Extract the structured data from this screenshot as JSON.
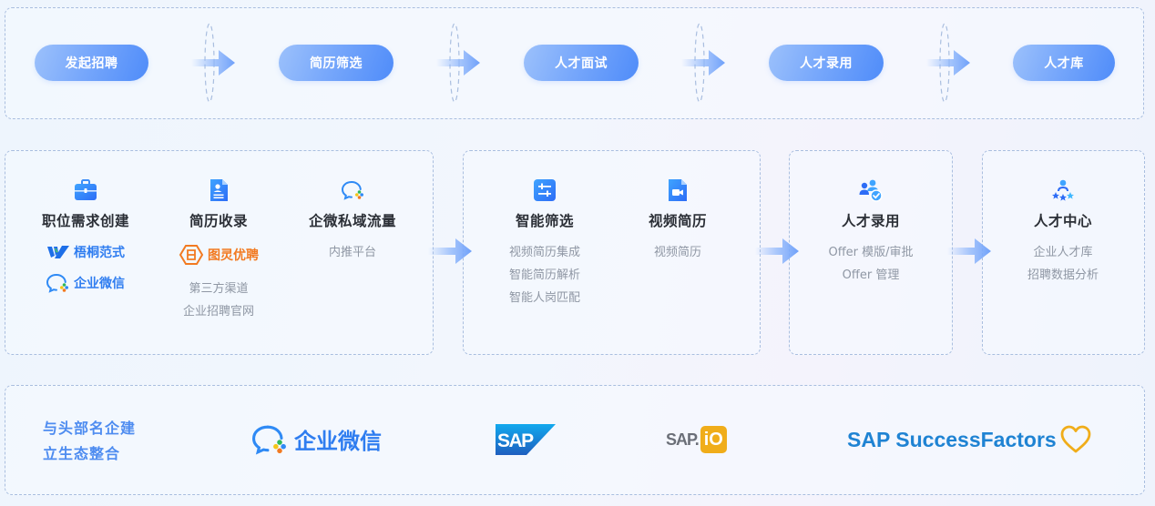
{
  "flow": {
    "steps": [
      {
        "label": "发起招聘"
      },
      {
        "label": "简历筛选"
      },
      {
        "label": "人才面试"
      },
      {
        "label": "人才录用"
      },
      {
        "label": "人才库"
      }
    ]
  },
  "modules": {
    "sourcing": {
      "columns": [
        {
          "icon": "briefcase-icon",
          "title": "职位需求创建",
          "brands": [
            {
              "icon": "wutong-logo-icon",
              "name": "梧桐范式",
              "color": "#2f7df0"
            },
            {
              "icon": "wecom-logo-icon",
              "name": "企业微信",
              "color": "#2f7df0"
            }
          ]
        },
        {
          "icon": "resume-document-icon",
          "title": "简历收录",
          "brands": [
            {
              "icon": "tuling-logo-icon",
              "name": "图灵优聘",
              "color": "#f27a21"
            }
          ],
          "items": [
            "第三方渠道",
            "企业招聘官网"
          ]
        },
        {
          "icon": "wecom-chat-icon",
          "title": "企微私域流量",
          "items": [
            "内推平台"
          ]
        }
      ]
    },
    "screening": {
      "columns": [
        {
          "icon": "sliders-filter-icon",
          "title": "智能筛选",
          "items": [
            "视频简历集成",
            "智能简历解析",
            "智能人岗匹配"
          ]
        },
        {
          "icon": "video-file-icon",
          "title": "视频简历",
          "items": [
            "视频简历"
          ]
        }
      ]
    },
    "hiring": {
      "icon": "users-check-icon",
      "title": "人才录用",
      "items": [
        "Offer 模版/审批",
        "Offer 管理"
      ]
    },
    "talent_center": {
      "icon": "person-stars-icon",
      "title": "人才中心",
      "items": [
        "企业人才库",
        "招聘数据分析"
      ]
    }
  },
  "ecosystem": {
    "title_line1": "与头部名企建",
    "title_line2": "立生态整合",
    "partners": [
      {
        "icon": "wecom-logo-icon",
        "name": "企业微信",
        "color": "#2f7df0"
      },
      {
        "icon": "sap-logo-icon",
        "name": "SAP",
        "color": "#1f6fc5"
      },
      {
        "icon": "sap-io-logo-icon",
        "name_left": "SAP.",
        "name_right": "iO",
        "color": "#f0ad1a"
      },
      {
        "icon": "heart-icon",
        "name": "SAP SuccessFactors",
        "color": "#1f83d3",
        "heart_color": "#f0ad1a"
      }
    ]
  },
  "colors": {
    "accent": "#4f8cf9",
    "border": "#a9bedf",
    "title_text": "#2b2f36",
    "sub_text": "#8f97a4",
    "eco_title": "#4e8cf0"
  }
}
